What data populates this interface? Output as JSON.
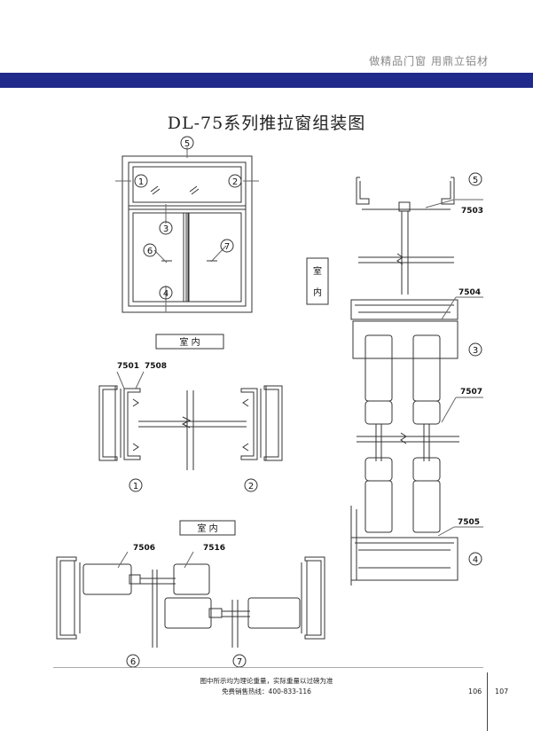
{
  "header": {
    "slogan": "做精品门窗   用鼎立铝材"
  },
  "title": "DL-75系列推拉窗组装图",
  "labels": {
    "indoor_vertical": [
      "室",
      "内"
    ],
    "indoor_1": "室        内",
    "indoor_2": "室      内",
    "callouts": [
      "1",
      "2",
      "3",
      "4",
      "5",
      "6",
      "7"
    ],
    "profiles": [
      "7501",
      "7508",
      "7506",
      "7516",
      "7503",
      "7504",
      "7507",
      "7505"
    ]
  },
  "footer": {
    "line1": "图中所示均为理论重量，实际重量以过磅为准",
    "line2": "免费销售热线：400-833-116"
  },
  "pages": {
    "left": "106",
    "right": "107"
  },
  "colors": {
    "header_bar": "#1f2a8a"
  }
}
